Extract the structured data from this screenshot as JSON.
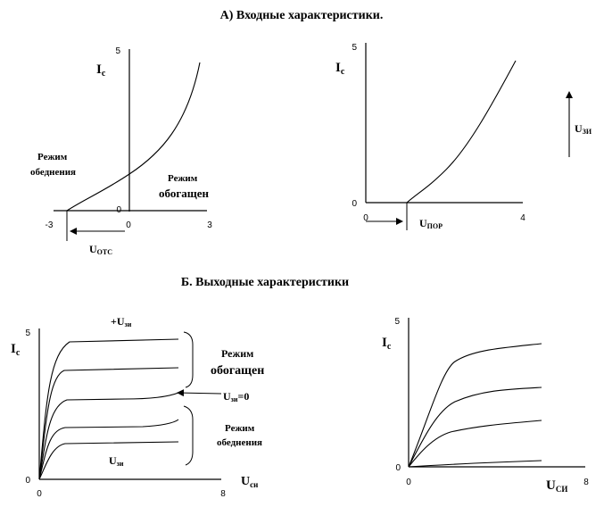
{
  "section_a_title": "А) Входные характеристики.",
  "section_b_title": "Б. Выходные характеристики",
  "panel_a1": {
    "y_label_main": "I",
    "y_label_sub": "c",
    "tick_y_max": "5",
    "tick_origin": "0",
    "tick_x_min": "-3",
    "tick_x_zero": "0",
    "tick_x_max": "3",
    "left_label_line1": "Режим",
    "left_label_line2": "обеднения",
    "right_label_line1": "Режим",
    "right_label_line2": "обогащен",
    "cutoff_main": "U",
    "cutoff_sub": "OTC"
  },
  "panel_a2": {
    "y_label_main": "I",
    "y_label_sub": "c",
    "tick_y_max": "5",
    "tick_y_zero": "0",
    "tick_x_zero": "0",
    "tick_x_max": "4",
    "threshold_main": "U",
    "threshold_sub": "ПОР",
    "arrow_label_main": "U",
    "arrow_label_sub": "ЗИ"
  },
  "panel_b1": {
    "y_label_main": "I",
    "y_label_sub": "c",
    "tick_y_max": "5",
    "tick_y_zero": "0",
    "tick_x_zero": "0",
    "tick_x_max": "8",
    "x_label_main": "U",
    "x_label_sub": "си",
    "top_curve_main": "+U",
    "top_curve_sub": "зи",
    "bottom_curve_main": "U",
    "bottom_curve_sub": "зи",
    "enrich_line1": "Режим",
    "enrich_line2": "обогащен",
    "zero_main": "U",
    "zero_sub": "зи",
    "zero_tail": "=0",
    "deplete_line1": "Режим",
    "deplete_line2": "обеднения"
  },
  "panel_b2": {
    "y_label_main": "I",
    "y_label_sub": "c",
    "tick_y_max": "5",
    "tick_y_zero": "0",
    "tick_x_zero": "0",
    "tick_x_max": "8",
    "x_label_main": "U",
    "x_label_sub": "СИ"
  }
}
